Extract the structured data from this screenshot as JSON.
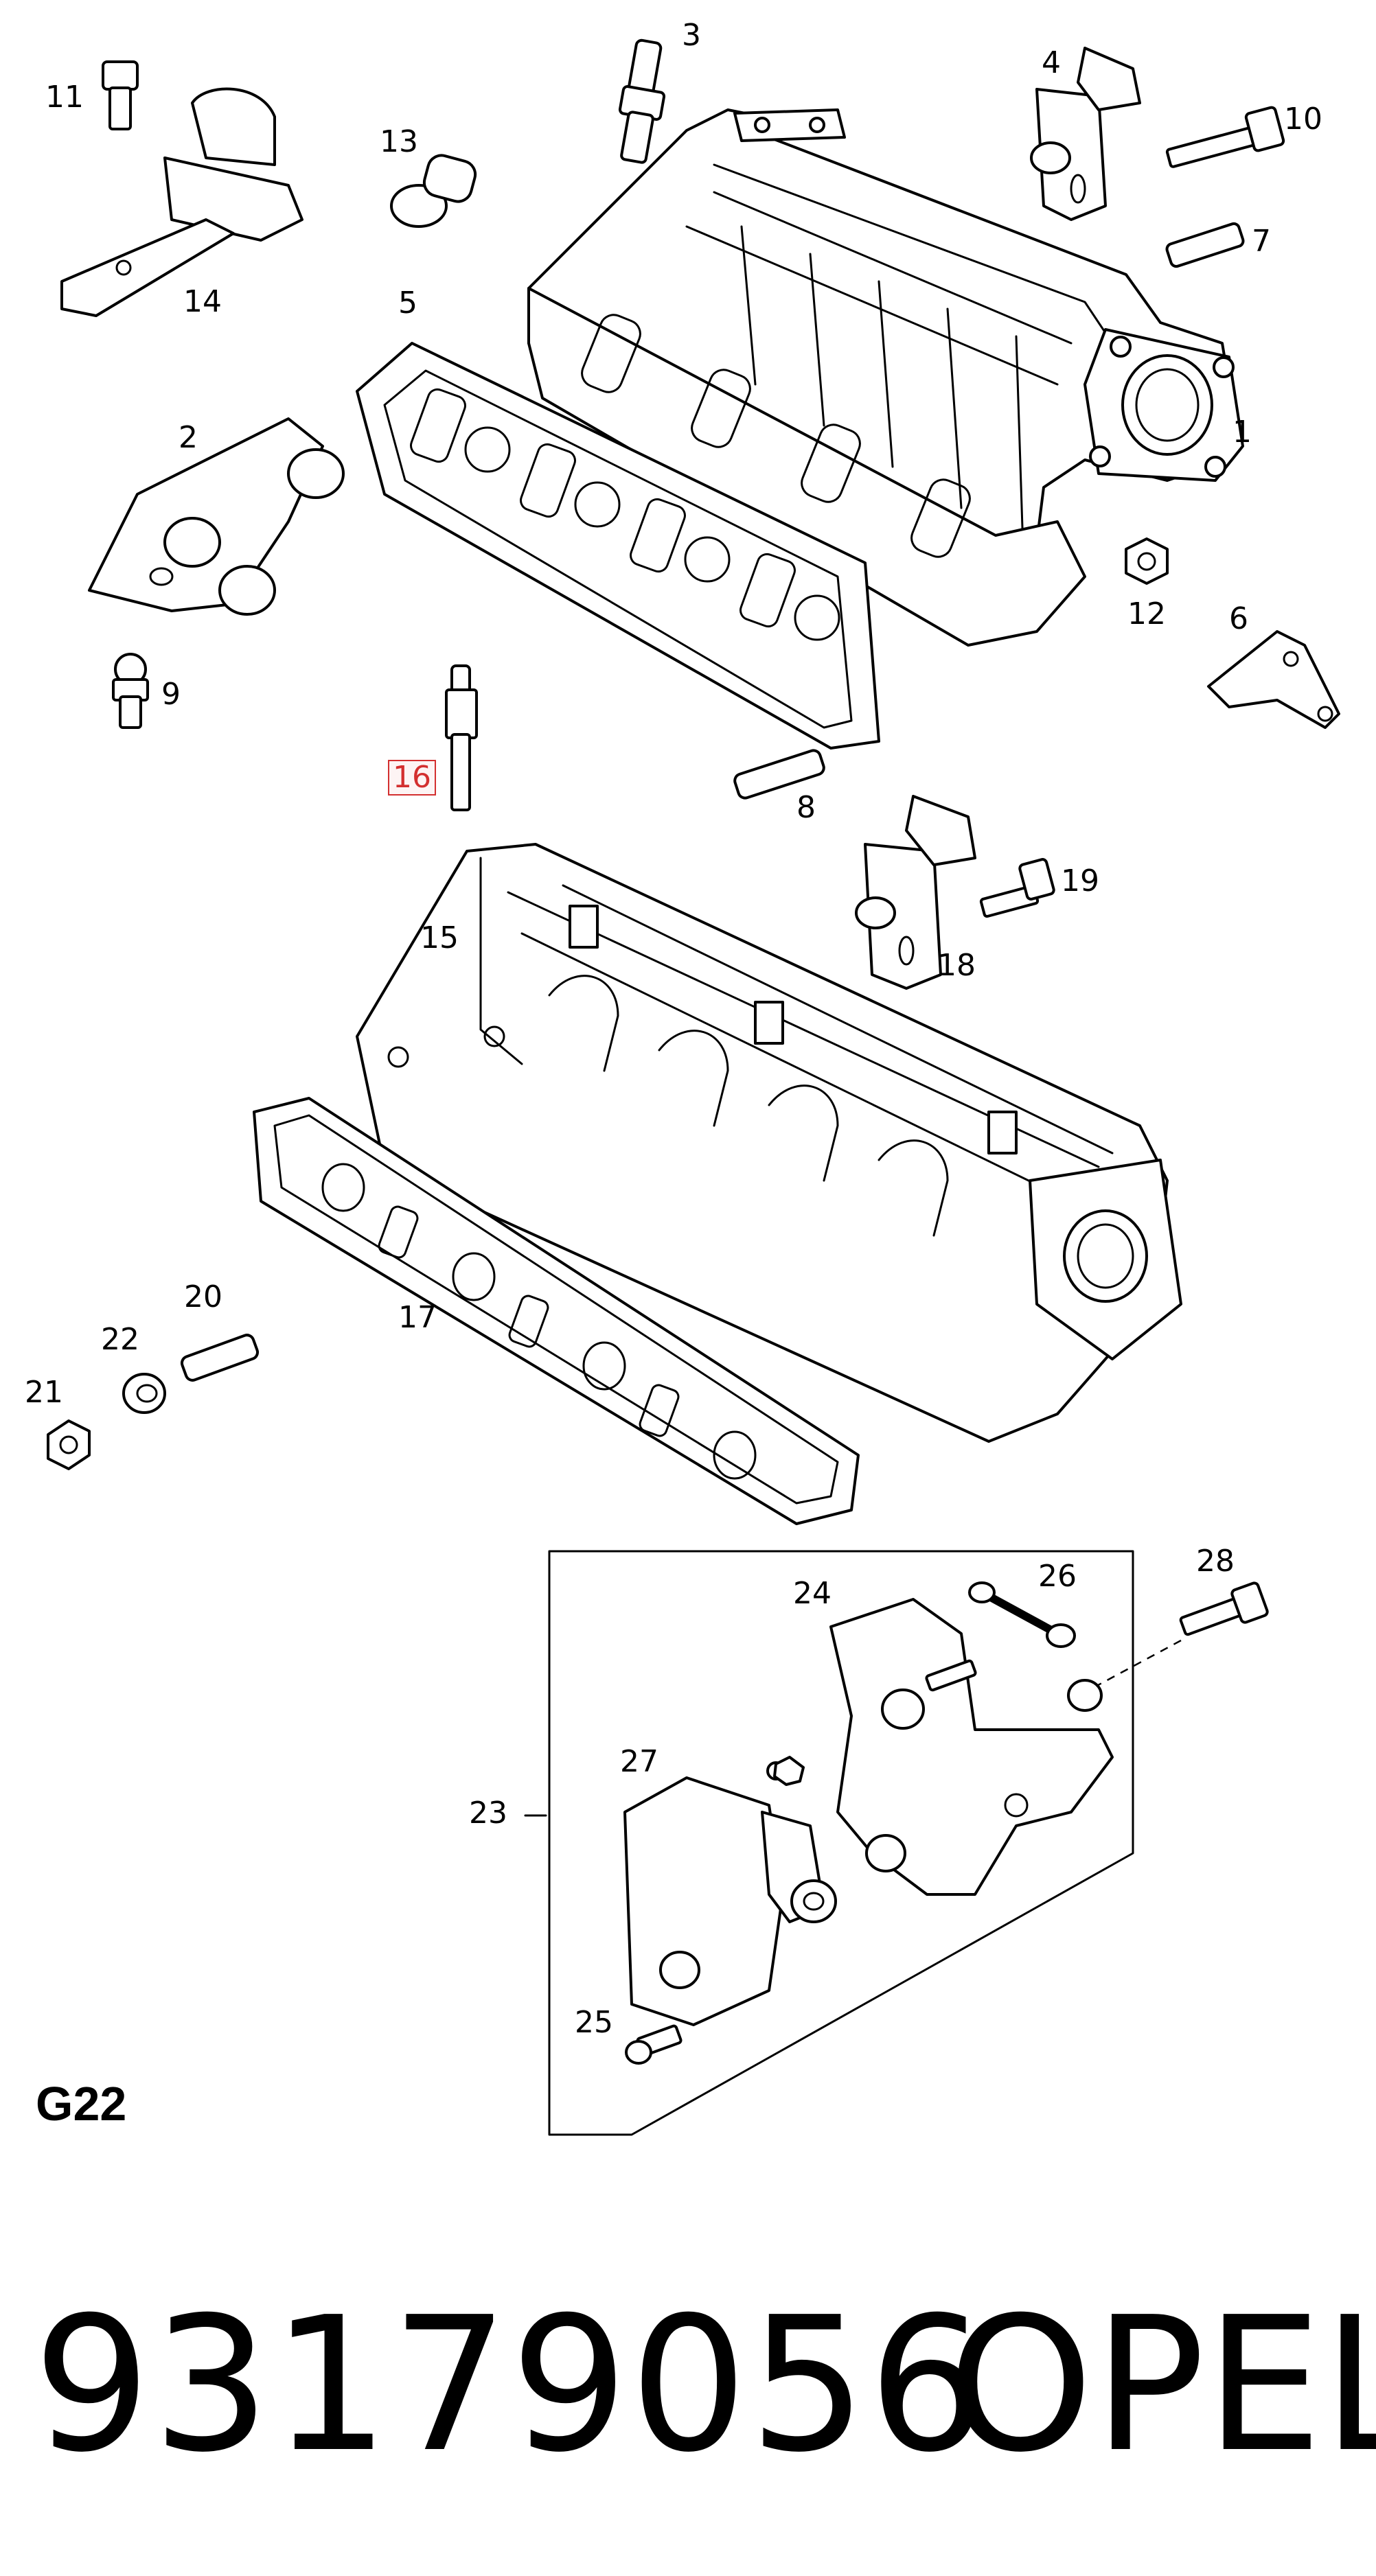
{
  "diagram": {
    "section_code": "G22",
    "part_number": "93179056",
    "brand": "OPEL",
    "highlight_color": "#d32f2f",
    "callouts": [
      {
        "id": "1",
        "label": "1",
        "highlight": false
      },
      {
        "id": "2",
        "label": "2",
        "highlight": false
      },
      {
        "id": "3",
        "label": "3",
        "highlight": false
      },
      {
        "id": "4",
        "label": "4",
        "highlight": false
      },
      {
        "id": "5",
        "label": "5",
        "highlight": false
      },
      {
        "id": "6",
        "label": "6",
        "highlight": false
      },
      {
        "id": "7",
        "label": "7",
        "highlight": false
      },
      {
        "id": "8",
        "label": "8",
        "highlight": false
      },
      {
        "id": "9",
        "label": "9",
        "highlight": false
      },
      {
        "id": "10",
        "label": "10",
        "highlight": false
      },
      {
        "id": "11",
        "label": "11",
        "highlight": false
      },
      {
        "id": "12",
        "label": "12",
        "highlight": false
      },
      {
        "id": "13",
        "label": "13",
        "highlight": false
      },
      {
        "id": "14",
        "label": "14",
        "highlight": false
      },
      {
        "id": "15",
        "label": "15",
        "highlight": false
      },
      {
        "id": "16",
        "label": "16",
        "highlight": true
      },
      {
        "id": "17",
        "label": "17",
        "highlight": false
      },
      {
        "id": "18",
        "label": "18",
        "highlight": false
      },
      {
        "id": "19",
        "label": "19",
        "highlight": false
      },
      {
        "id": "20",
        "label": "20",
        "highlight": false
      },
      {
        "id": "21",
        "label": "21",
        "highlight": false
      },
      {
        "id": "22",
        "label": "22",
        "highlight": false
      },
      {
        "id": "23",
        "label": "23",
        "highlight": false
      },
      {
        "id": "24",
        "label": "24",
        "highlight": false
      },
      {
        "id": "25",
        "label": "25",
        "highlight": false
      },
      {
        "id": "26",
        "label": "26",
        "highlight": false
      },
      {
        "id": "27",
        "label": "27",
        "highlight": false
      },
      {
        "id": "28",
        "label": "28",
        "highlight": false
      }
    ]
  }
}
